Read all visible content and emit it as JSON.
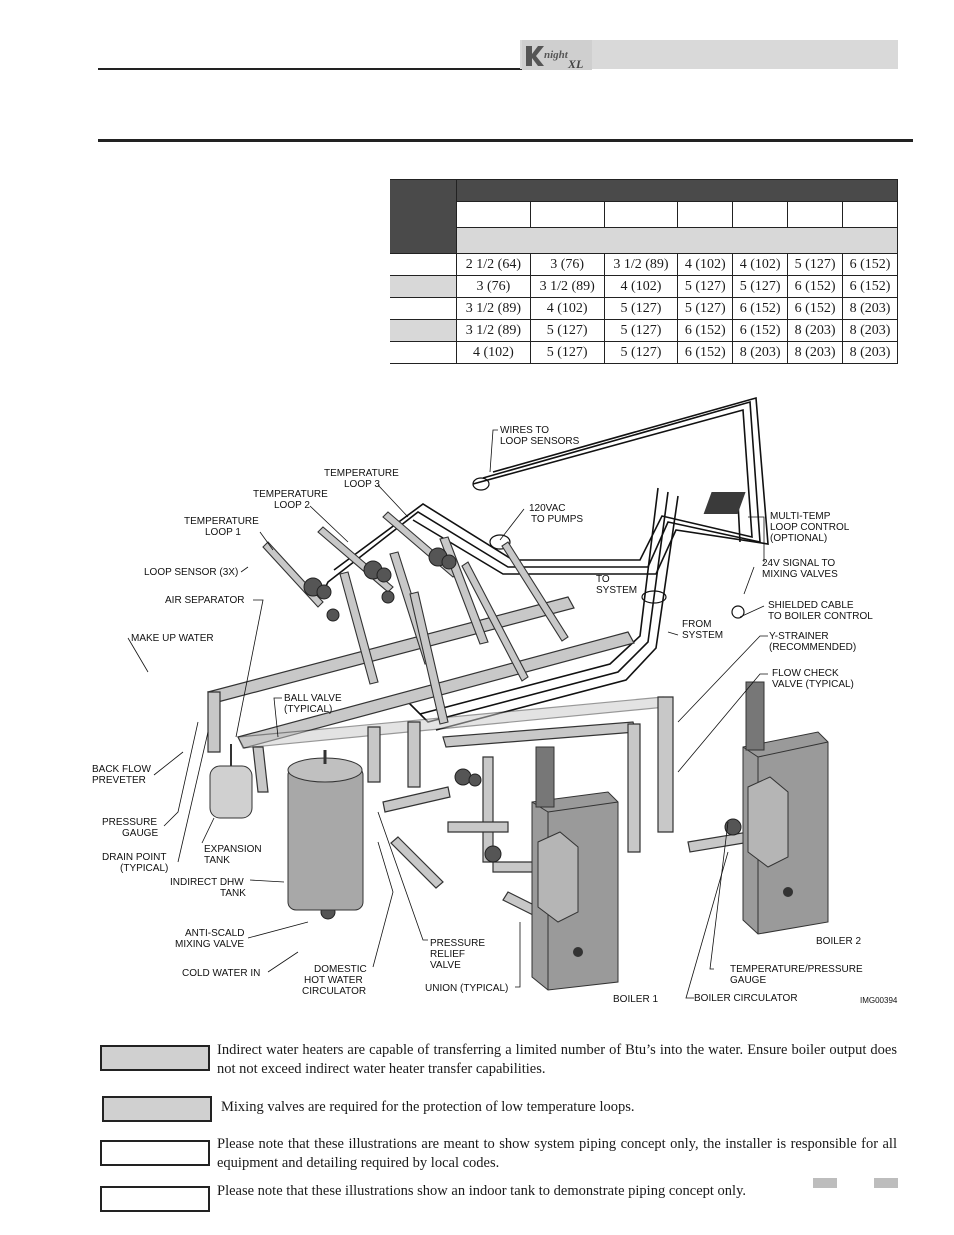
{
  "header": {
    "logo_text": "KNIGHT XL"
  },
  "table": {
    "rows": [
      {
        "shaded": false,
        "cells": [
          "2 1/2 (64)",
          "3 (76)",
          "3 1/2 (89)",
          "4 (102)",
          "4 (102)",
          "5 (127)",
          "6 (152)"
        ]
      },
      {
        "shaded": true,
        "cells": [
          "3 (76)",
          "3 1/2 (89)",
          "4 (102)",
          "5 (127)",
          "5 (127)",
          "6 (152)",
          "6 (152)"
        ]
      },
      {
        "shaded": false,
        "cells": [
          "3 1/2 (89)",
          "4 (102)",
          "5 (127)",
          "5 (127)",
          "6 (152)",
          "6 (152)",
          "8 (203)"
        ]
      },
      {
        "shaded": true,
        "cells": [
          "3 1/2 (89)",
          "5 (127)",
          "5 (127)",
          "6 (152)",
          "6 (152)",
          "8 (203)",
          "8 (203)"
        ]
      },
      {
        "shaded": false,
        "cells": [
          "4 (102)",
          "5 (127)",
          "5 (127)",
          "6 (152)",
          "8 (203)",
          "8 (203)",
          "8 (203)"
        ]
      }
    ]
  },
  "diagram": {
    "labels": {
      "wires": [
        "WIRES TO",
        "LOOP SENSORS"
      ],
      "temp_loop3": [
        "TEMPERATURE",
        "LOOP 3"
      ],
      "temp_loop2": [
        "TEMPERATURE",
        "LOOP 2"
      ],
      "temp_loop1": [
        "TEMPERATURE",
        "LOOP 1"
      ],
      "pumps": [
        "120VAC",
        "TO PUMPS"
      ],
      "multitemp": [
        "MULTI-TEMP",
        "LOOP CONTROL",
        "(OPTIONAL)"
      ],
      "loop_sensor": "LOOP SENSOR (3X)",
      "signal": [
        "24V SIGNAL TO",
        "MIXING VALVES"
      ],
      "to_system": [
        "TO",
        "SYSTEM"
      ],
      "air_sep": "AIR SEPARATOR",
      "shielded": [
        "SHIELDED CABLE",
        "TO BOILER CONTROL"
      ],
      "from_system": [
        "FROM",
        "SYSTEM"
      ],
      "make_up": "MAKE UP WATER",
      "y_strainer": [
        "Y-STRAINER",
        "(RECOMMENDED)"
      ],
      "flow_check": [
        "FLOW CHECK",
        "VALVE (TYPICAL)"
      ],
      "ball_valve": [
        "BALL VALVE",
        "(TYPICAL)"
      ],
      "back_flow": [
        "BACK FLOW",
        "PREVETER"
      ],
      "pressure_gauge": [
        "PRESSURE",
        "GAUGE"
      ],
      "drain": [
        "DRAIN POINT",
        "(TYPICAL)"
      ],
      "expansion": [
        "EXPANSION",
        "TANK"
      ],
      "dhw_tank": [
        "INDIRECT DHW",
        "TANK"
      ],
      "anti_scald": [
        "ANTI-SCALD",
        "MIXING VALVE"
      ],
      "cold_water": "COLD WATER IN",
      "domestic": [
        "DOMESTIC",
        "HOT WATER",
        "CIRCULATOR"
      ],
      "relief": [
        "PRESSURE",
        "RELIEF",
        "VALVE"
      ],
      "union": "UNION (TYPICAL)",
      "boiler1": "BOILER 1",
      "boiler2": "BOILER 2",
      "boiler_circ": "BOILER CIRCULATOR",
      "temp_pressure": [
        "TEMPERATURE/PRESSURE",
        "GAUGE"
      ],
      "img_id": "IMG00394"
    }
  },
  "notes": [
    {
      "text": "Indirect water heaters are capable of transferring a limited number of Btu’s into the water.  Ensure boiler output does not not exceed indirect water heater transfer capabilities."
    },
    {
      "text": "Mixing valves are required for the protection of low temperature loops."
    },
    {
      "text": "Please note that these illustrations are meant to show system piping concept only, the installer is responsible for all equipment and detailing required by local codes."
    },
    {
      "text": "Please note that these illustrations show an indoor tank to demonstrate piping concept only."
    }
  ],
  "colors": {
    "header_bar": "#d9d9d9",
    "table_header": "#4a4a4a",
    "table_shade": "#d8d8d8",
    "pipe": "#c8c8c8",
    "boiler": "#9a9a9a"
  }
}
